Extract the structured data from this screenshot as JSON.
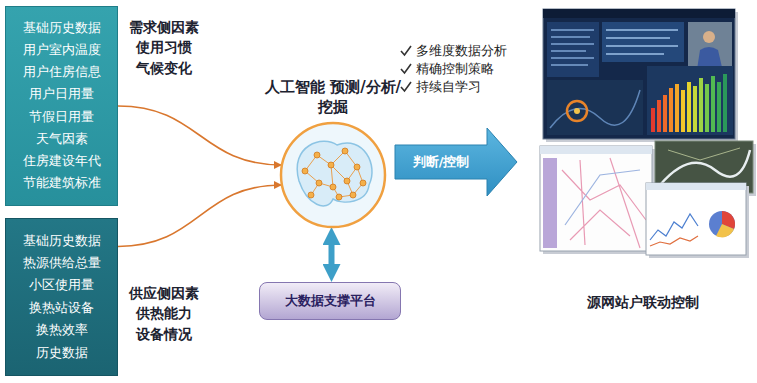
{
  "diagram": {
    "nodes": [
      {
        "text": [
          "基础历史数据",
          "用户室内温度",
          "用户住房信息",
          "用户日用量",
          "节假日用量",
          "天气因素",
          "住房建设年代",
          "节能建筑标准"
        ]
      },
      {
        "text": [
          "基础历史数据",
          "热源供给总量",
          "小区使用量",
          "换热站设备",
          "换热效率",
          "历史数据"
        ]
      },
      {
        "text": [
          "人工智能 预测/分析/挖掘"
        ]
      },
      {
        "text": [
          "大数据支撑平台"
        ]
      },
      {
        "text": [
          "判断/控制"
        ]
      }
    ],
    "edges": [
      {
        "from": 0,
        "to": 2,
        "arrow": "to"
      },
      {
        "from": 1,
        "to": 2,
        "arrow": "to"
      },
      {
        "from": 2,
        "to": 3,
        "arrow": "both"
      }
    ],
    "labels": [
      "需求侧因素 使用习惯 气候变化",
      "供应侧因素 供热能力 设备情况",
      "多维度数据分析",
      "精确控制策略",
      "持续自学习",
      "源网站户联动控制"
    ]
  }
}
